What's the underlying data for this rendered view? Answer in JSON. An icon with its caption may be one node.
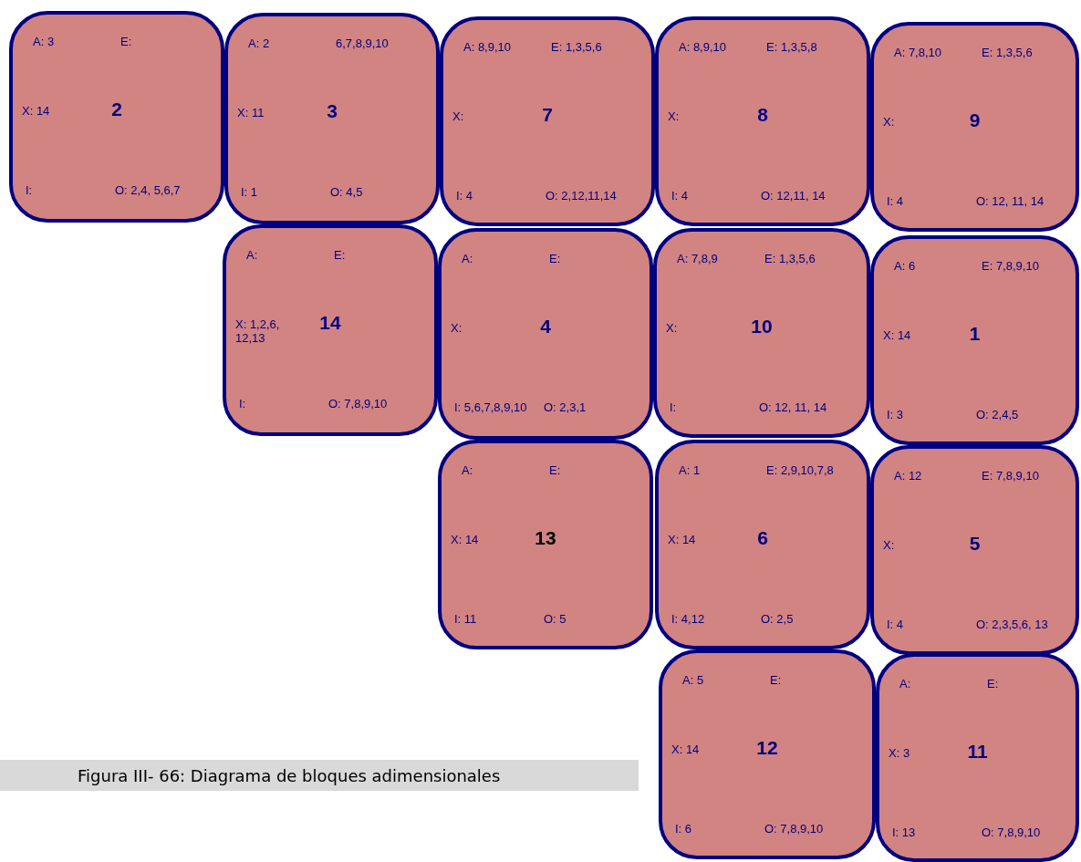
{
  "diagram": {
    "caption": "Figura III- 66: Diagrama de bloques adimensionales",
    "nodes": [
      {
        "text": [
          "A: 3",
          "E:",
          "X: 14",
          "2",
          "I:",
          "O: 2,4, 5,6,7"
        ]
      },
      {
        "text": [
          "A: 2",
          "6,7,8,9,10",
          "X: 11",
          "3",
          "I: 1",
          "O: 4,5"
        ]
      },
      {
        "text": [
          "A: 8,9,10",
          "E: 1,3,5,6",
          "X:",
          "7",
          "I: 4",
          "O: 2,12,11,14"
        ]
      },
      {
        "text": [
          "A: 8,9,10",
          "E: 1,3,5,8",
          "X:",
          "8",
          "I: 4",
          "O: 12,11, 14"
        ]
      },
      {
        "text": [
          "A: 7,8,10",
          "E: 1,3,5,6",
          "X:",
          "9",
          "I: 4",
          "O: 12, 11, 14"
        ]
      },
      {
        "text": [
          "A:",
          "E:",
          "X: 1,2,6, 12,13",
          "14",
          "I:",
          "O: 7,8,9,10"
        ]
      },
      {
        "text": [
          "A:",
          "E:",
          "X:",
          "4",
          "I: 5,6,7,8,9,10",
          "O: 2,3,1"
        ]
      },
      {
        "text": [
          "A: 7,8,9",
          "E: 1,3,5,6",
          "X:",
          "10",
          "I:",
          "O: 12, 11, 14"
        ]
      },
      {
        "text": [
          "A: 6",
          "E: 7,8,9,10",
          "X: 14",
          "1",
          "I: 3",
          "O: 2,4,5"
        ]
      },
      {
        "text": [
          "A:",
          "E:",
          "X: 14",
          "13",
          "I: 11",
          "O: 5"
        ]
      },
      {
        "text": [
          "A: 1",
          "E: 2,9,10,7,8",
          "X: 14",
          "6",
          "I: 4,12",
          "O: 2,5"
        ]
      },
      {
        "text": [
          "A: 12",
          "E: 7,8,9,10",
          "X:",
          "5",
          "I: 4",
          "O: 2,3,5,6, 13"
        ]
      },
      {
        "text": [
          "A: 5",
          "E:",
          "X: 14",
          "12",
          "I: 6",
          "O: 7,8,9,10"
        ]
      },
      {
        "text": [
          "A:",
          "E:",
          "X: 3",
          "11",
          "I: 13",
          "O: 7,8,9,10"
        ]
      }
    ]
  }
}
